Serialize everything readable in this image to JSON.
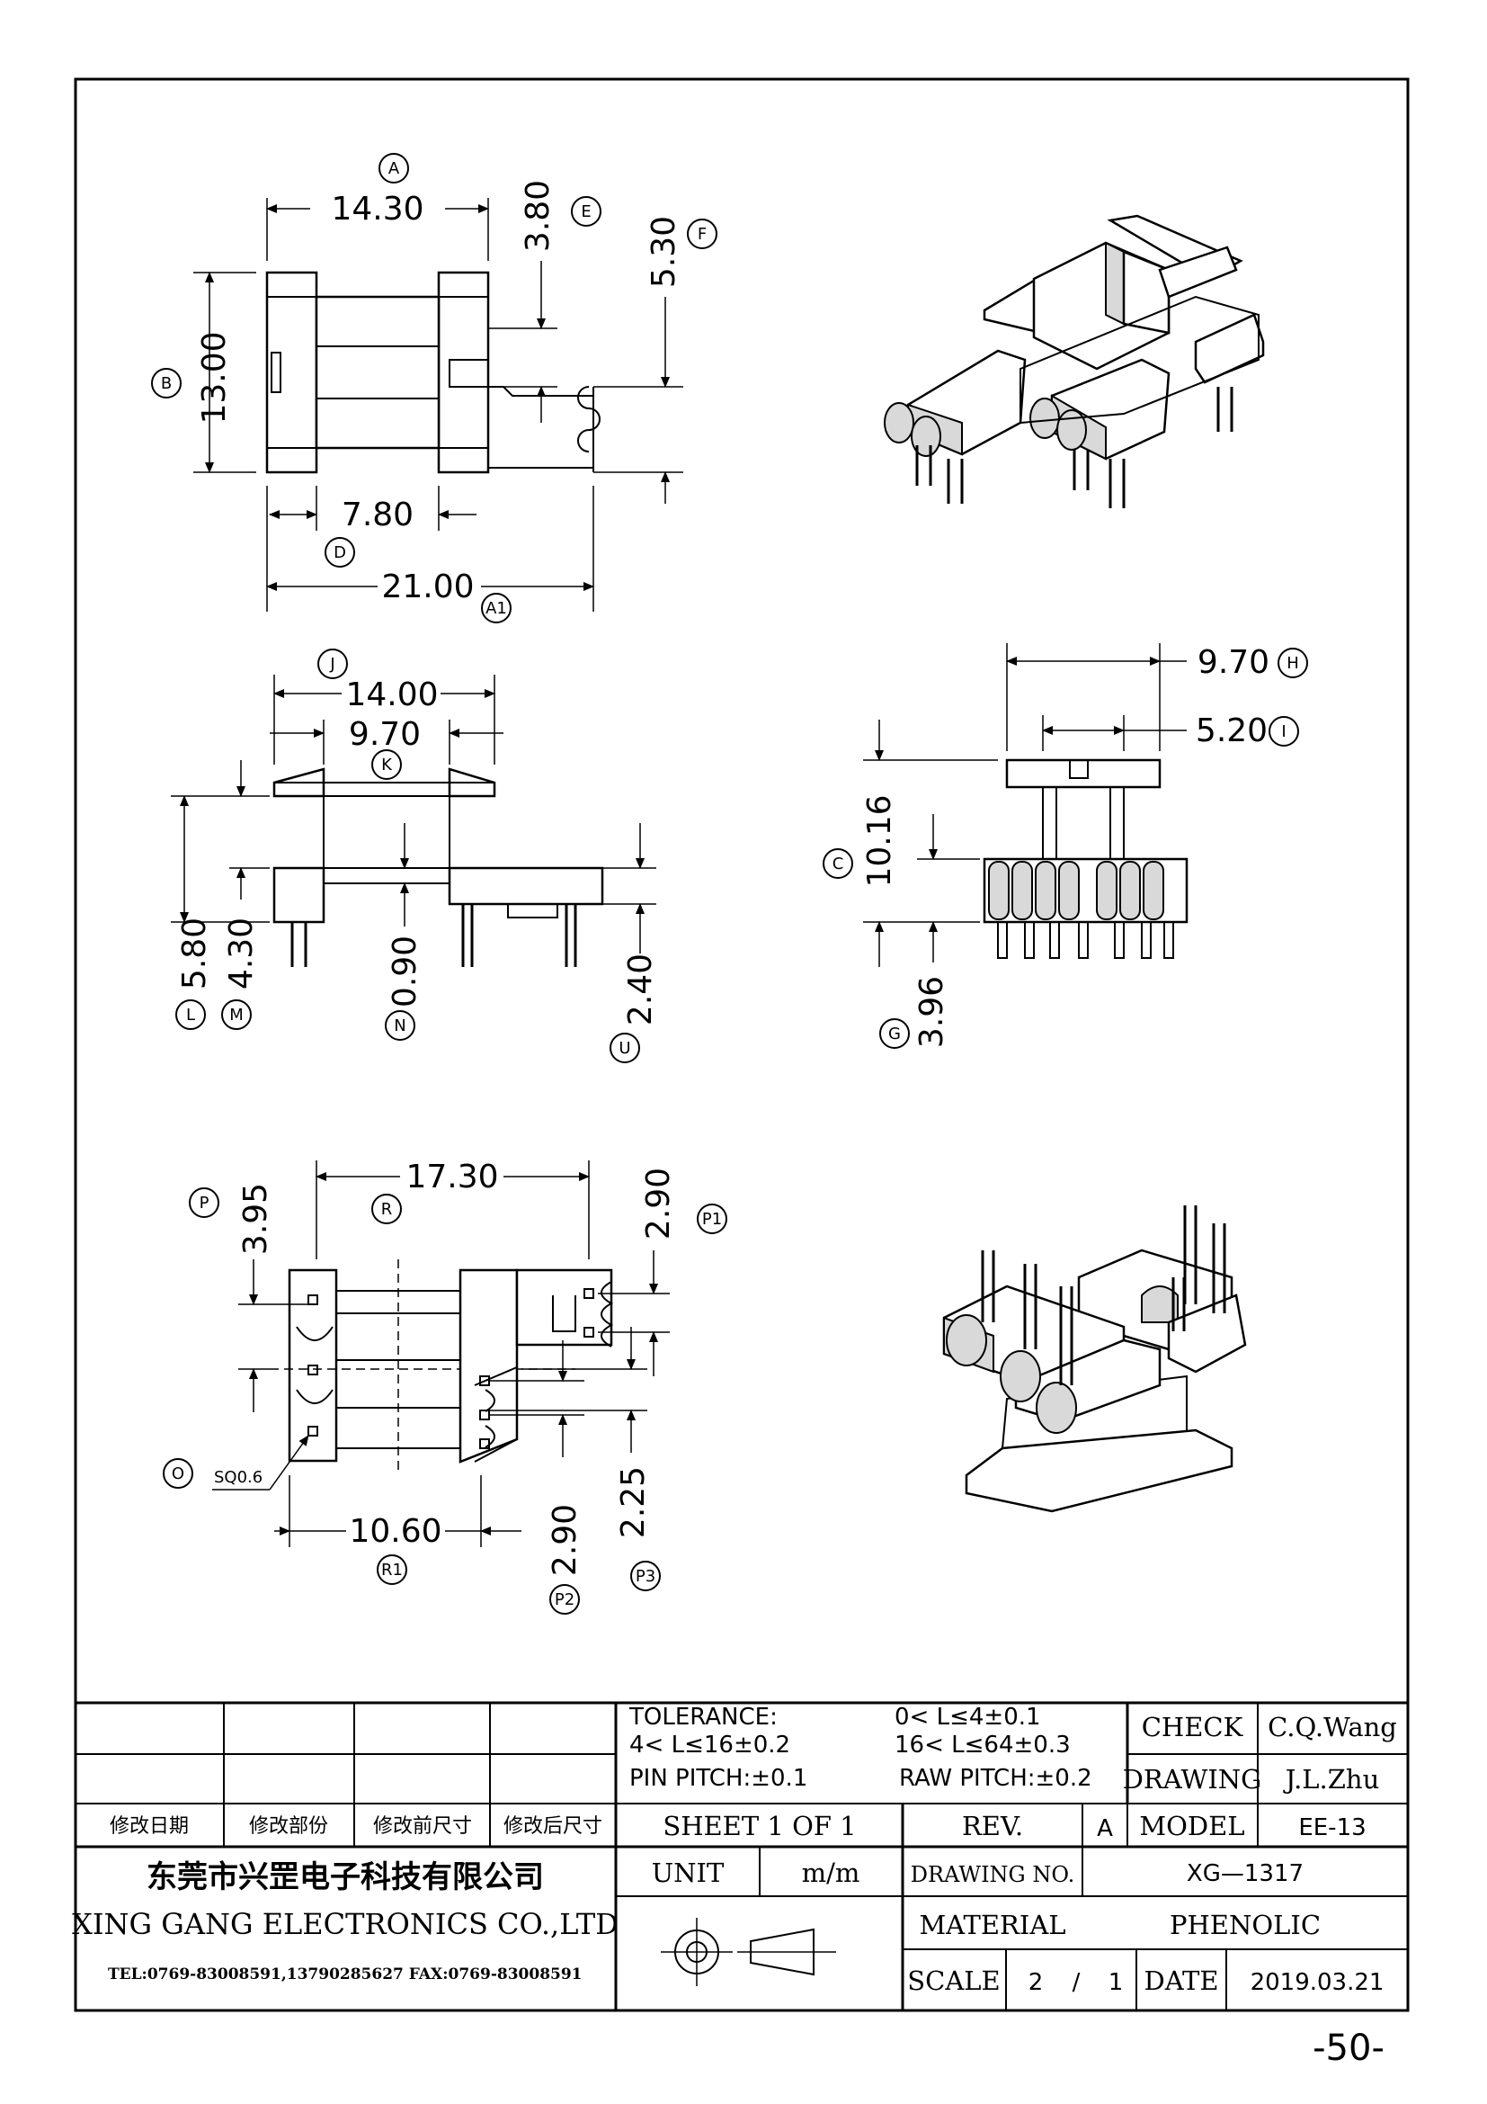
{
  "dimensions": {
    "A": {
      "tag": "A",
      "value": "14.30"
    },
    "A1": {
      "tag": "A1",
      "value": "21.00"
    },
    "B": {
      "tag": "B",
      "value": "13.00"
    },
    "D": {
      "tag": "D",
      "value": "7.80"
    },
    "E": {
      "tag": "E",
      "value": "3.80"
    },
    "F": {
      "tag": "F",
      "value": "5.30"
    },
    "J": {
      "tag": "J",
      "value": "14.00"
    },
    "K": {
      "tag": "K",
      "value": "9.70"
    },
    "L": {
      "tag": "L",
      "value": "5.80"
    },
    "M": {
      "tag": "M",
      "value": "4.30"
    },
    "N": {
      "tag": "N",
      "value": "0.90"
    },
    "U": {
      "tag": "U",
      "value": "2.40"
    },
    "H": {
      "tag": "H",
      "value": "9.70"
    },
    "I": {
      "tag": "I",
      "value": "5.20"
    },
    "C": {
      "tag": "C",
      "value": "10.16"
    },
    "G": {
      "tag": "G",
      "value": "3.96"
    },
    "P": {
      "tag": "P",
      "value": "3.95"
    },
    "R": {
      "tag": "R",
      "value": "17.30"
    },
    "P1": {
      "tag": "P1",
      "value": "2.90"
    },
    "R1": {
      "tag": "R1",
      "value": "10.60"
    },
    "P2": {
      "tag": "P2",
      "value": "2.90"
    },
    "P3": {
      "tag": "P3",
      "value": "2.25"
    },
    "O": {
      "tag": "O",
      "value": "SQ0.6"
    }
  },
  "title_block": {
    "tolerance_label": "TOLERANCE:",
    "tol_1": "0< L≤4±0.1",
    "tol_2": "4< L≤16±0.2",
    "tol_3": "16< L≤64±0.3",
    "pin_pitch": "PIN PITCH:±0.1",
    "raw_pitch": "RAW PITCH:±0.2",
    "check_label": "CHECK",
    "check_value": "C.Q.Wang",
    "drawing_label": "DRAWING",
    "drawing_value": "J.L.Zhu",
    "rev_col_1": "修改日期",
    "rev_col_2": "修改部份",
    "rev_col_3": "修改前尺寸",
    "rev_col_4": "修改后尺寸",
    "sheet": "SHEET 1 OF 1",
    "rev_label": "REV.",
    "rev_value": "A",
    "model_label": "MODEL",
    "model_value": "EE-13",
    "company_cn": "东莞市兴罡电子科技有限公司",
    "company_en": "XING GANG  ELECTRONICS CO.,LTD",
    "contact": "TEL:0769-83008591,13790285627 FAX:0769-83008591",
    "unit_label": "UNIT",
    "unit_value": "m/m",
    "drawing_no_label": "DRAWING NO.",
    "drawing_no_value": "XG—1317",
    "material_label": "MATERIAL",
    "material_value": "PHENOLIC",
    "scale_label": "SCALE",
    "scale_num": "2",
    "scale_sep": "/",
    "scale_den": "1",
    "date_label": "DATE",
    "date_value": "2019.03.21"
  },
  "page_number": "-50-"
}
